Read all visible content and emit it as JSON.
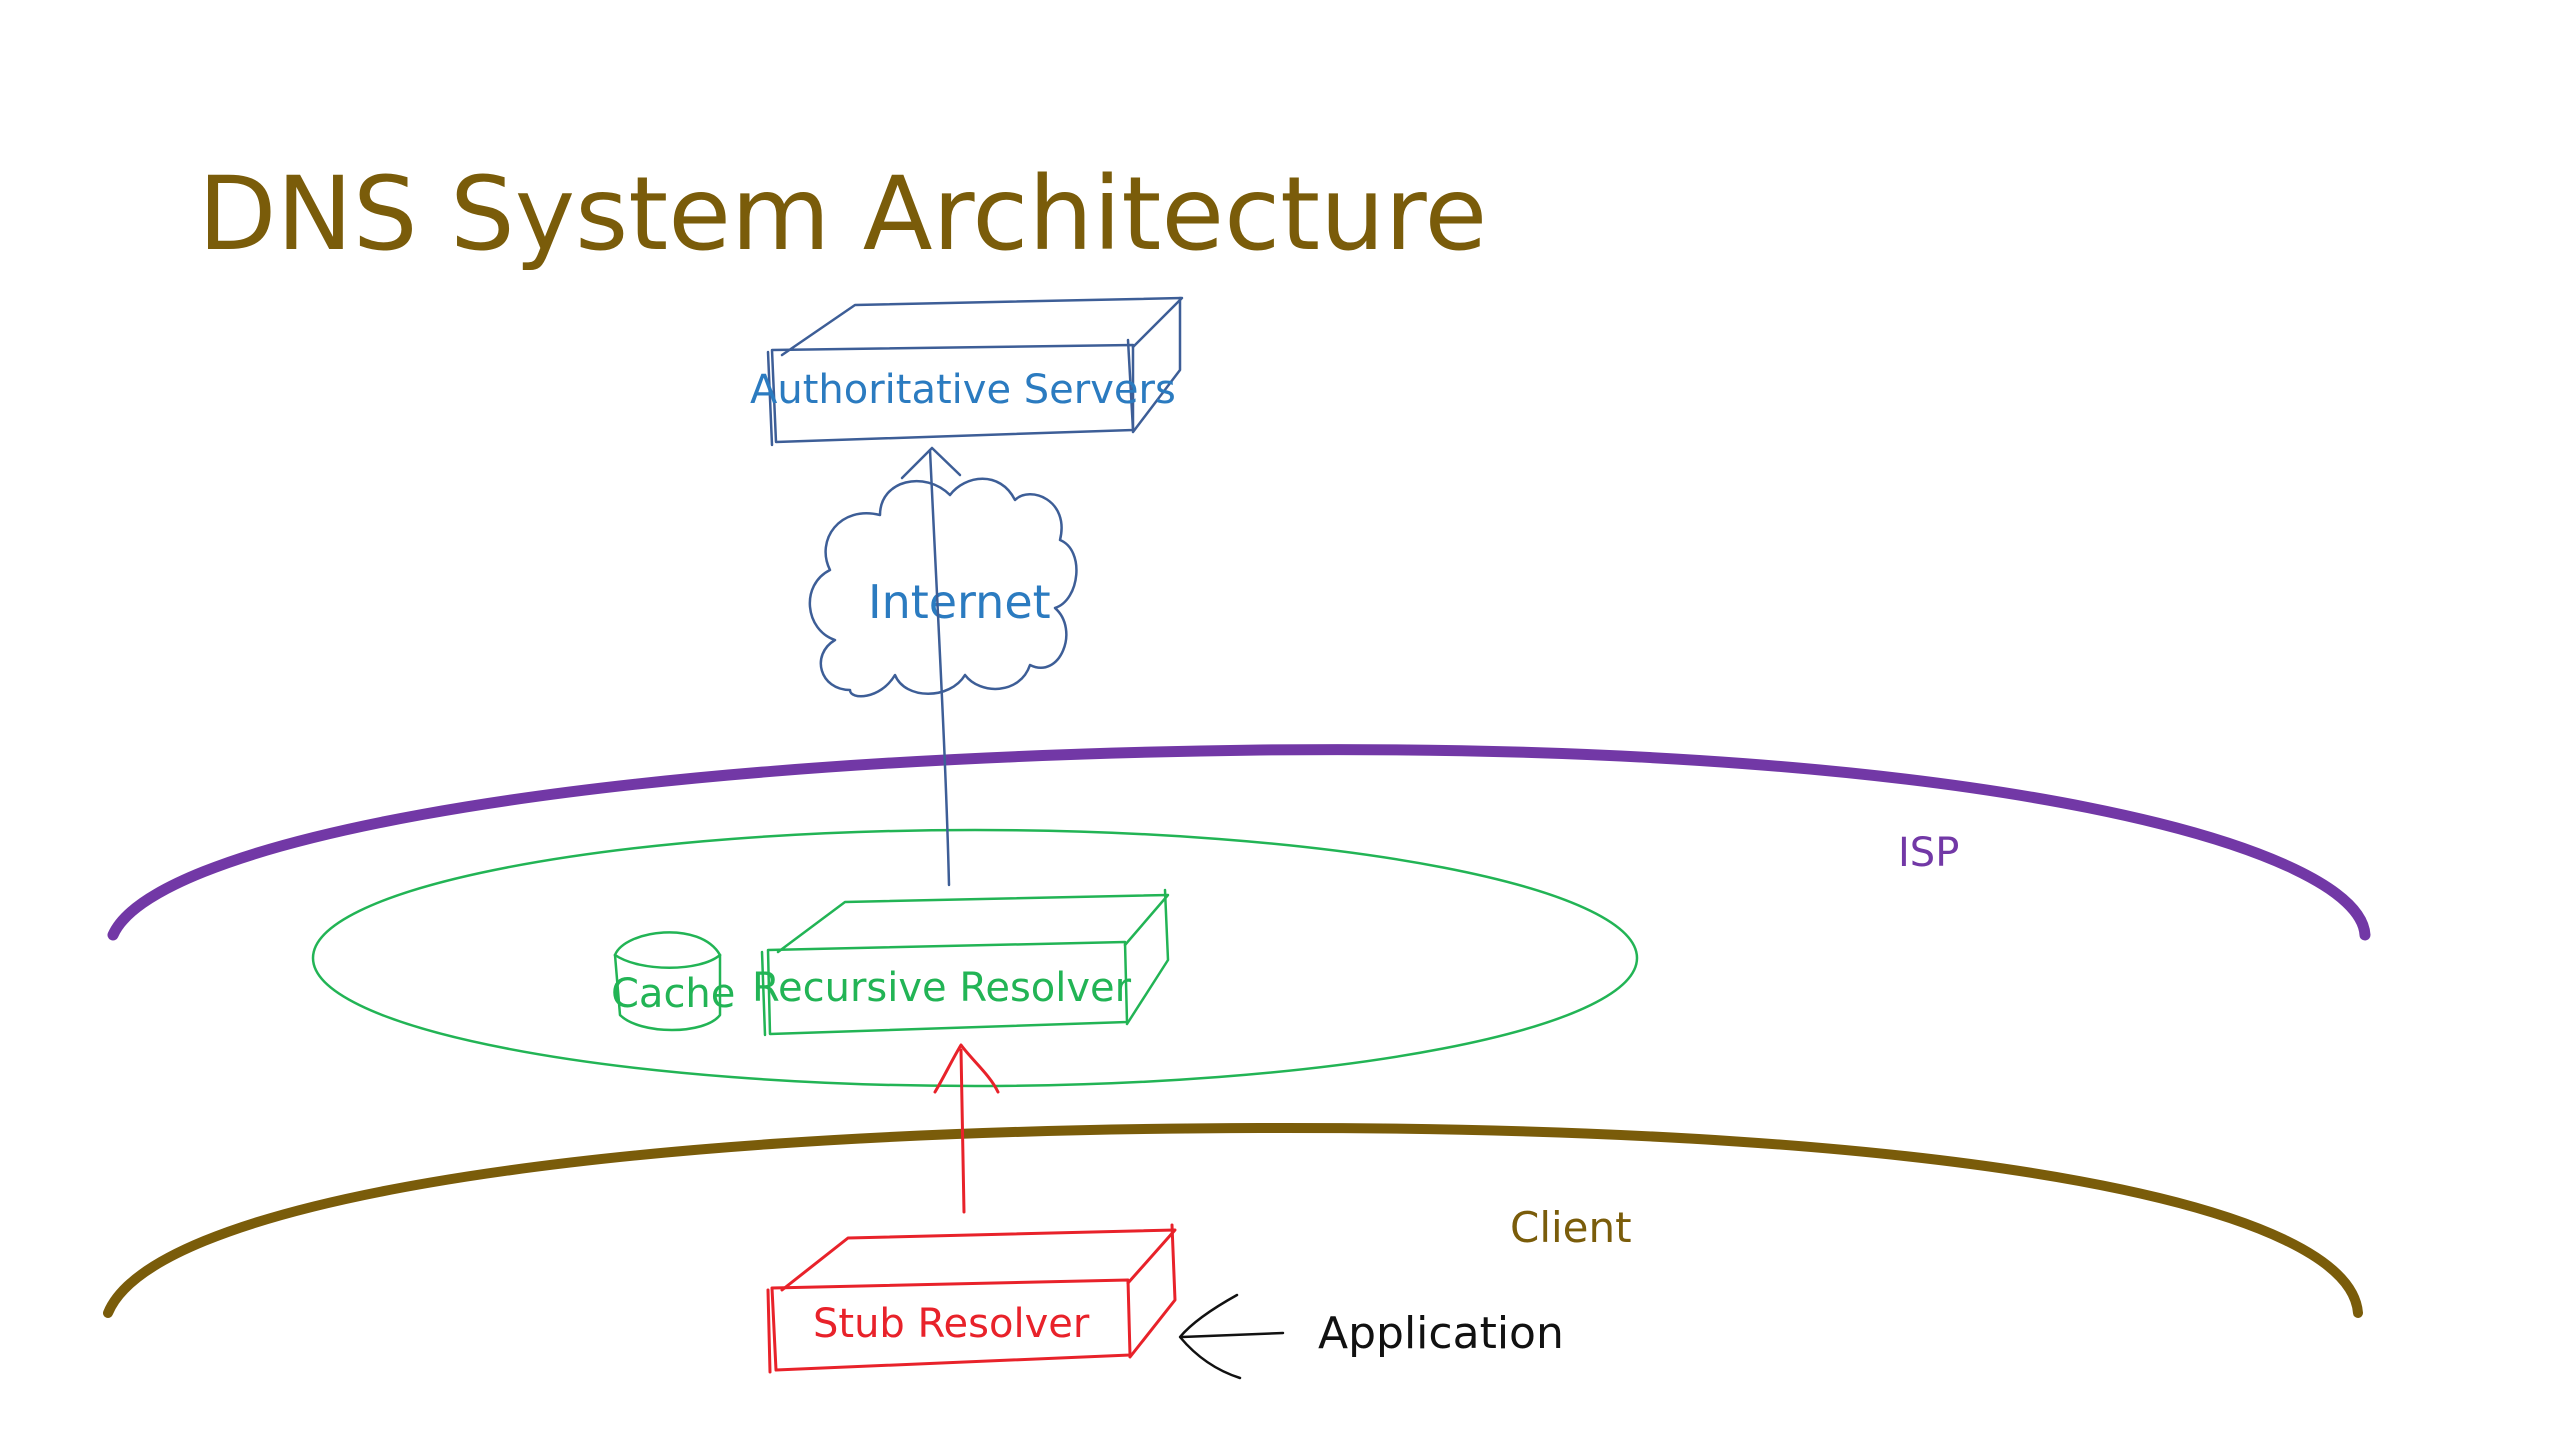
{
  "slide": {
    "title": "DNS System Architecture"
  },
  "labels": {
    "authoritative": "Authoritative Servers",
    "internet": "Internet",
    "isp": "ISP",
    "cache": "Cache",
    "recursive": "Recursive Resolver",
    "client": "Client",
    "stub": "Stub Resolver",
    "application": "Application"
  },
  "colors": {
    "title": "#7a5c0a",
    "authoritative": "#3d5e97",
    "authoritative_text": "#2b7bc0",
    "isp": "#7238a6",
    "recursive": "#22b455",
    "client": "#7a5c0a",
    "stub": "#e8222a",
    "application": "#111111"
  }
}
